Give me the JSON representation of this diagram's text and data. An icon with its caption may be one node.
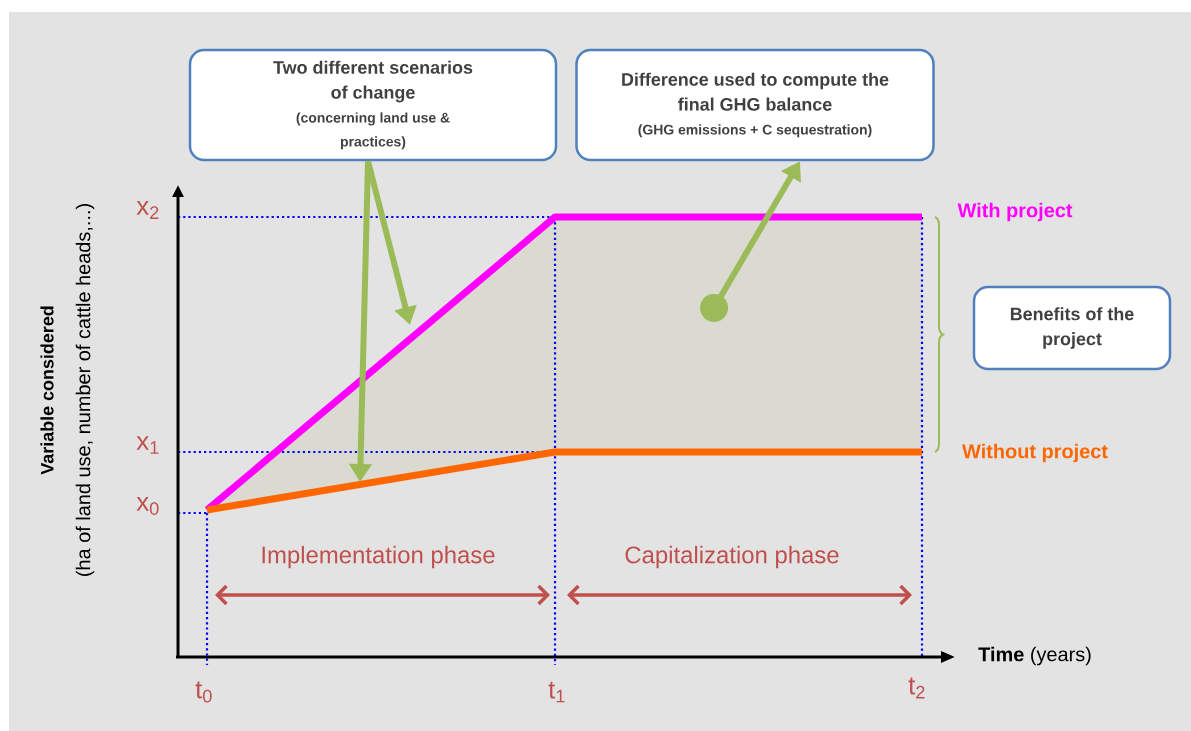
{
  "diagram": {
    "nodes": [
      {
        "text": [
          "Two different scenarios of change",
          "(concerning land use & practices)"
        ]
      },
      {
        "text": [
          "Difference used to compute the final GHG balance",
          "(GHG emissions + C sequestration)"
        ]
      },
      {
        "text": [
          "Benefits of the project"
        ]
      }
    ],
    "edges": [
      {
        "from": 0,
        "to": null,
        "arrow": "to"
      },
      {
        "from": 0,
        "to": null,
        "arrow": "to"
      },
      {
        "from": null,
        "to": 1,
        "arrow": "to"
      }
    ],
    "labels": [
      "Variable considered",
      "(ha of land use, number of cattle heads,...)",
      "x$_{2}$",
      "x$_{1}$",
      "x$_{0}$",
      "With project",
      "Without project",
      "Implementation phase",
      "Capitalization phase",
      "**Time** (years)",
      "t$_{0}$",
      "t$_{1}$",
      "t$_{2}$"
    ]
  }
}
